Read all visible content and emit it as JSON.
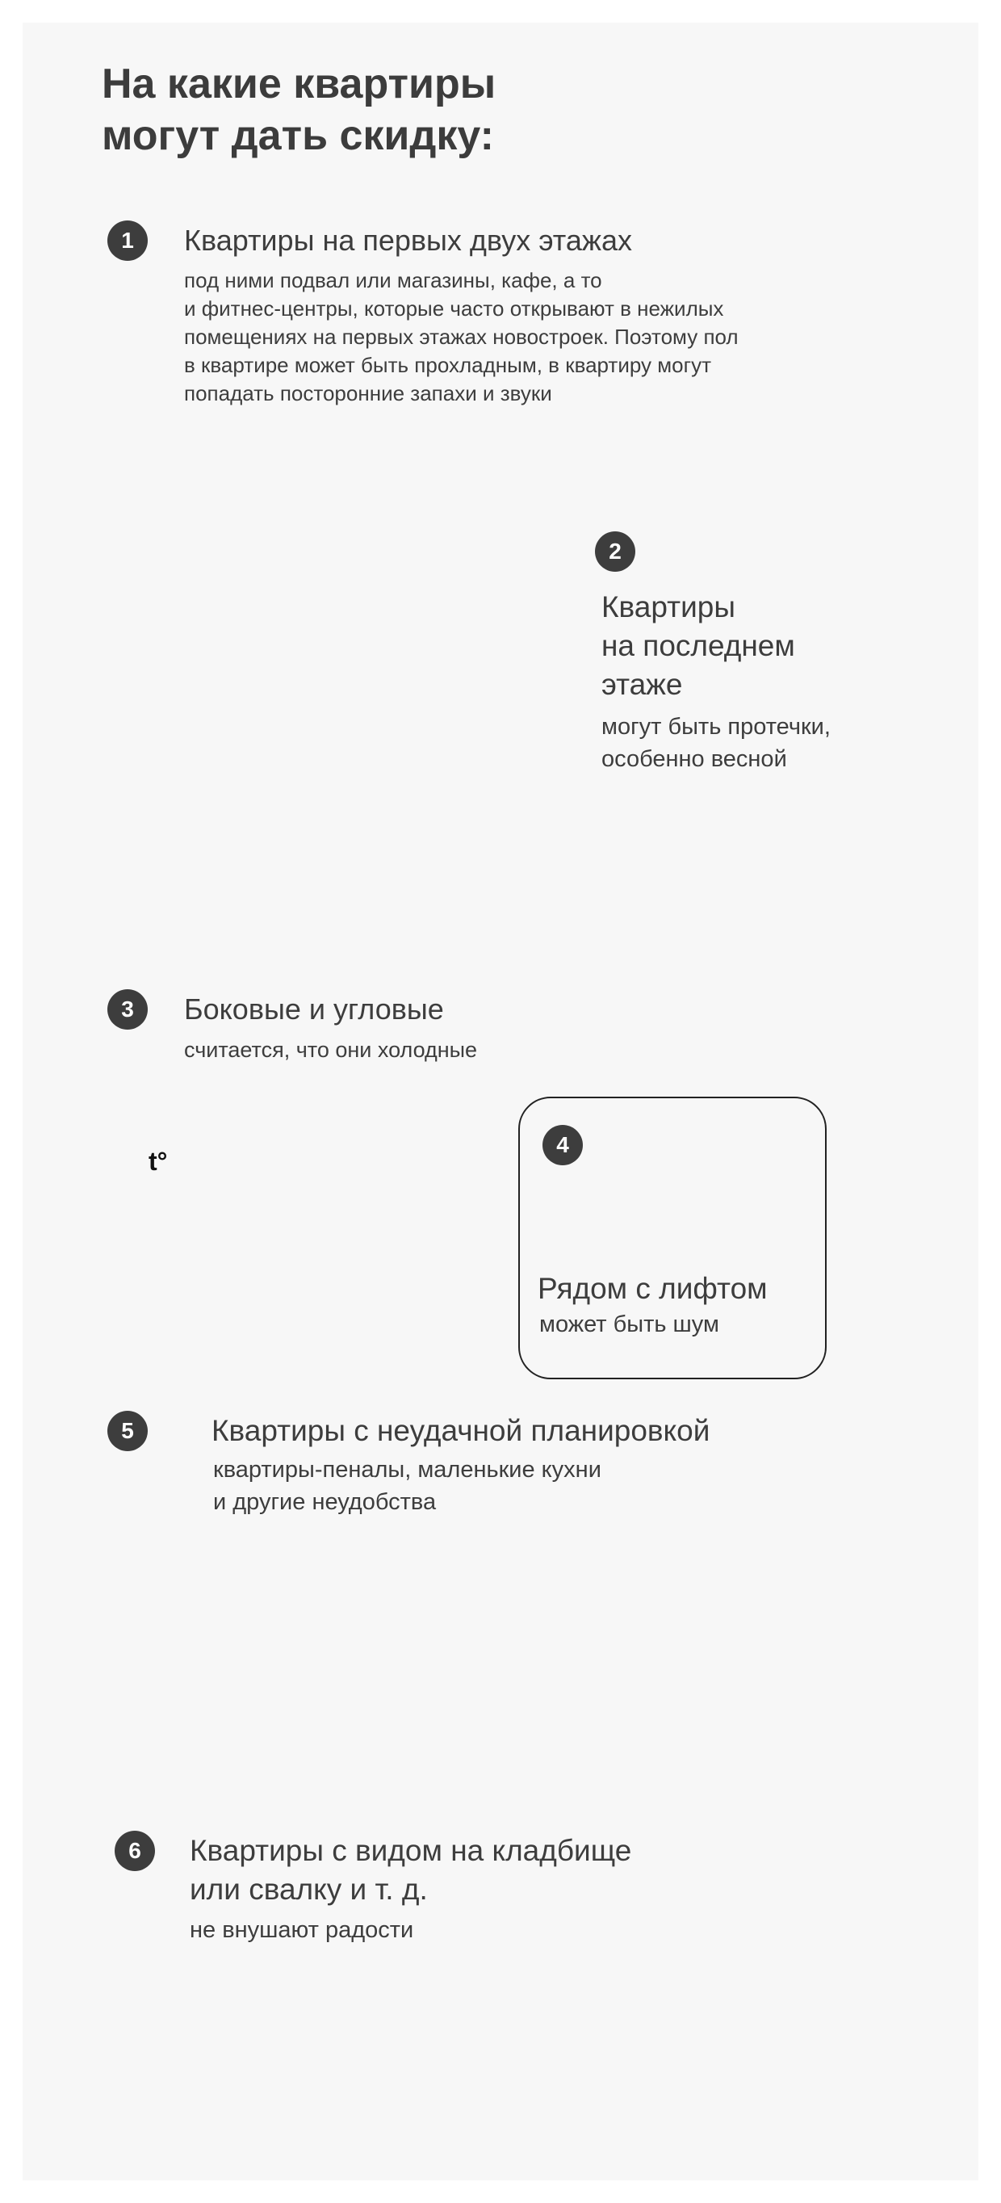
{
  "title": {
    "line1": "На какие квартиры",
    "line2": "могут дать скидку:"
  },
  "items": [
    {
      "number": "1",
      "heading": "Квартиры на первых двух этажах",
      "text": [
        "под ними подвал или магазины, кафе, а то",
        "и фитнес-центры, которые часто открывают в нежилых",
        "помещениях на первых этажах новостроек. Поэтому пол",
        "в квартире может быть прохладным, в квартиру могут",
        "попадать посторонние запахи и звуки"
      ]
    },
    {
      "number": "2",
      "heading": [
        "Квартиры",
        "на последнем",
        "этаже"
      ],
      "text": [
        "могут быть протечки,",
        "особенно весной"
      ]
    },
    {
      "number": "3",
      "heading": "Боковые и угловые",
      "text": "считается, что они холодные",
      "temp_label": "t°"
    },
    {
      "number": "4",
      "heading": "Рядом с лифтом",
      "text": "может быть шум"
    },
    {
      "number": "5",
      "heading": "Квартиры с неудачной планировкой",
      "text": [
        "квартиры-пеналы, маленькие кухни",
        "и другие неудобства"
      ]
    },
    {
      "number": "6",
      "heading": [
        "Квартиры с видом на кладбище",
        "или свалку и т. д."
      ],
      "text": "не внушают радости"
    }
  ],
  "colors": {
    "accent": "#4bbde6",
    "text": "#3d3d3d",
    "badge": "#3d3d3d",
    "background": "#f7f7f7"
  }
}
